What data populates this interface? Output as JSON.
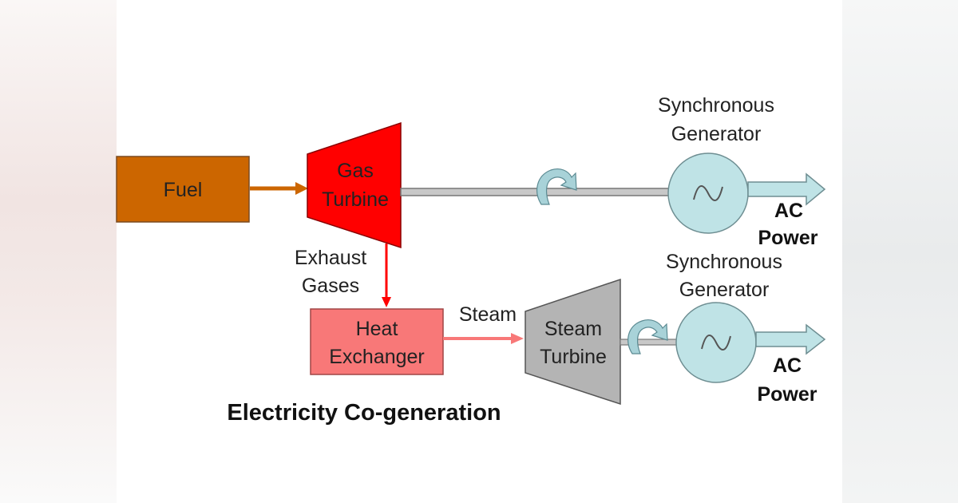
{
  "diagram": {
    "title": "Electricity Co-generation",
    "fuel": {
      "label": "Fuel",
      "color": "#cc6600"
    },
    "gas_turbine": {
      "line1": "Gas",
      "line2": "Turbine",
      "color": "#ff0000"
    },
    "exhaust": {
      "line1": "Exhaust",
      "line2": "Gases"
    },
    "heat_exchanger": {
      "line1": "Heat",
      "line2": "Exchanger",
      "color": "#f87878"
    },
    "steam_label": "Steam",
    "steam_turbine": {
      "line1": "Steam",
      "line2": "Turbine",
      "color": "#b4b4b4"
    },
    "generator_top": {
      "line1": "Synchronous",
      "line2": "Generator",
      "color": "#bfe3e6"
    },
    "generator_bottom": {
      "line1": "Synchronous",
      "line2": "Generator",
      "color": "#bfe3e6"
    },
    "output_top": {
      "line1": "AC",
      "line2": "Power"
    },
    "output_bottom": {
      "line1": "AC",
      "line2": "Power"
    }
  }
}
